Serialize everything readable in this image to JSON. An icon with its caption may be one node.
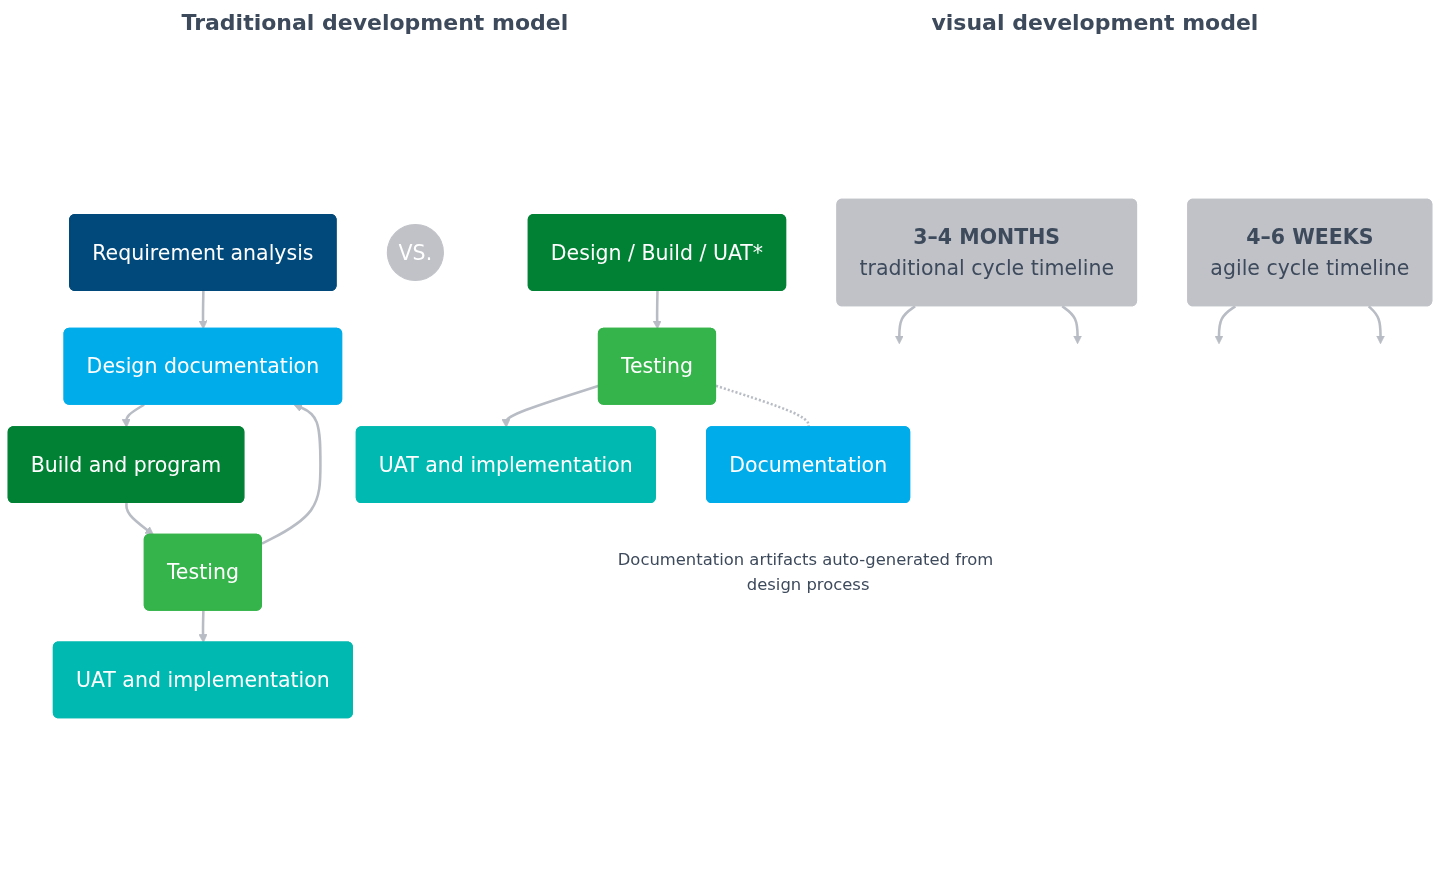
{
  "diagram": {
    "nodes": [
      {
        "text": [
          "Requirement analysis"
        ]
      },
      {
        "text": [
          "Design documentation"
        ]
      },
      {
        "text": [
          "Build and program"
        ]
      },
      {
        "text": [
          "Testing"
        ]
      },
      {
        "text": [
          "UAT and implementation"
        ]
      },
      {
        "text": [
          "VS."
        ]
      },
      {
        "text": [
          "Design / Build / UAT*"
        ]
      },
      {
        "text": [
          "Testing"
        ]
      },
      {
        "text": [
          "Documentation"
        ],
        "beside": [
          "Documentation artifacts auto-generated from design process"
        ]
      },
      {
        "text": [
          "UAT and implementation"
        ]
      },
      {
        "text": [
          "3–4 MONTHS",
          "traditional cycle timeline"
        ]
      },
      {
        "text": [
          "4–6 WEEKS",
          "agile cycle timeline"
        ]
      }
    ],
    "edges": [
      {
        "from": 0,
        "to": 1,
        "arrow": "to"
      },
      {
        "from": 1,
        "to": 2,
        "arrow": "to"
      },
      {
        "from": 2,
        "to": 3,
        "arrow": "to"
      },
      {
        "from": 3,
        "to": 4,
        "arrow": "to"
      },
      {
        "from": 3,
        "to": 1,
        "arrow": "to"
      },
      {
        "from": 6,
        "to": 7,
        "arrow": "to"
      },
      {
        "from": 7,
        "to": 9,
        "arrow": "to"
      },
      {
        "from": 7,
        "to": 8,
        "arrow": "none",
        "style": "dashed"
      },
      {
        "from": 10,
        "to": null,
        "arrow": "to"
      },
      {
        "from": 10,
        "to": null,
        "arrow": "to"
      },
      {
        "from": 11,
        "to": null,
        "arrow": "to"
      },
      {
        "from": 11,
        "to": null,
        "arrow": "to"
      }
    ],
    "labels": [
      "Traditional development model",
      "visual development model"
    ]
  }
}
